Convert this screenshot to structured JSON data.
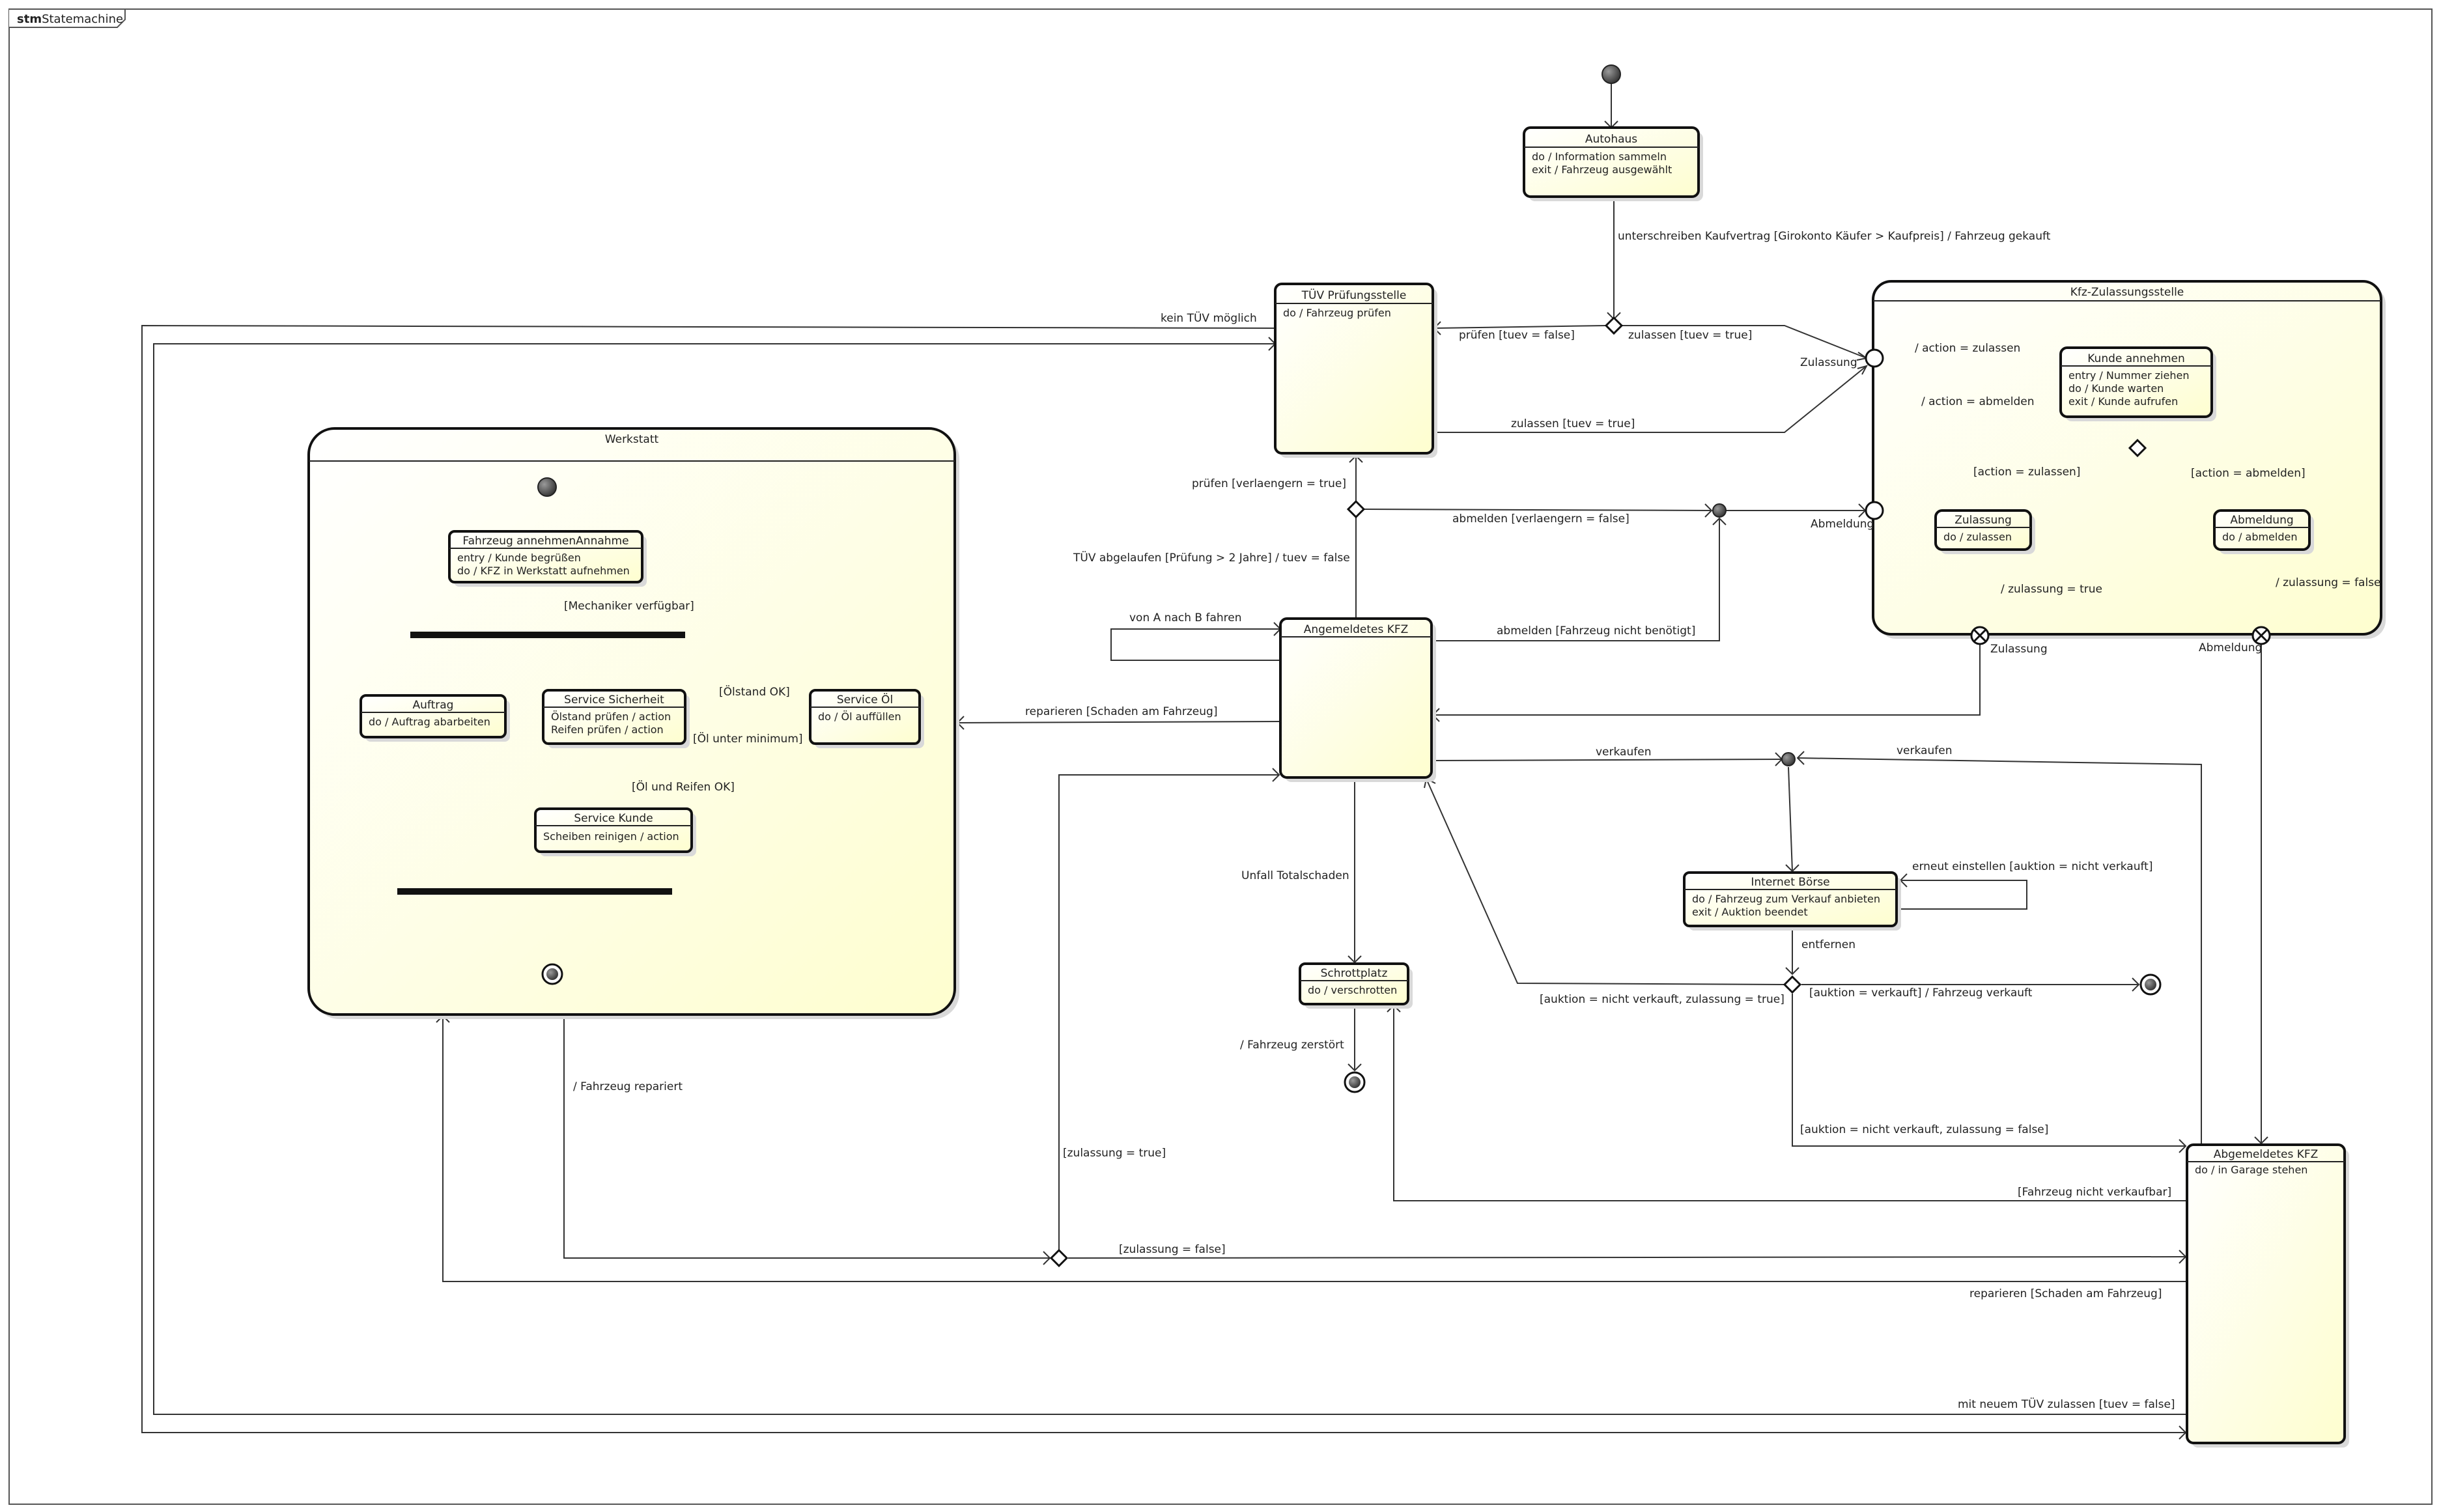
{
  "frame": {
    "keyword": "stm",
    "name": "Statemachine"
  },
  "colors": {
    "state_fill": "#fefecf",
    "state_fill_light": "#ffffff",
    "border": "#111111",
    "initial_node": "#555555"
  },
  "states": {
    "autohaus": {
      "name": "Autohaus",
      "lines": [
        "do / Information sammeln",
        "exit / Fahrzeug ausgewählt"
      ]
    },
    "tuev": {
      "name": "TÜV Prüfungsstelle",
      "lines": [
        "do / Fahrzeug prüfen"
      ]
    },
    "kfz_zul": {
      "name": "Kfz-Zulassungsstelle"
    },
    "kunde": {
      "name": "Kunde annehmen",
      "lines": [
        "entry / Nummer ziehen",
        "do / Kunde warten",
        "exit / Kunde aufrufen"
      ]
    },
    "zulassung": {
      "name": "Zulassung",
      "lines": [
        "do / zulassen"
      ]
    },
    "abmeldung": {
      "name": "Abmeldung",
      "lines": [
        "do / abmelden"
      ]
    },
    "werkstatt": {
      "name": "Werkstatt"
    },
    "fahrzeug": {
      "name": "Fahrzeug annehmenAnnahme",
      "lines": [
        "entry / Kunde begrüßen",
        "do / KFZ in Werkstatt aufnehmen"
      ]
    },
    "auftrag": {
      "name": "Auftrag",
      "lines": [
        "do / Auftrag abarbeiten"
      ]
    },
    "sicherheit": {
      "name": "Service Sicherheit",
      "lines": [
        "Ölstand prüfen / action",
        "Reifen prüfen / action"
      ]
    },
    "oel": {
      "name": "Service Öl",
      "lines": [
        "do / Öl auffüllen"
      ]
    },
    "skunde": {
      "name": "Service Kunde",
      "lines": [
        "Scheiben reinigen / action"
      ]
    },
    "angemeldet": {
      "name": "Angemeldetes KFZ"
    },
    "schrott": {
      "name": "Schrottplatz",
      "lines": [
        "do / verschrotten"
      ]
    },
    "boerse": {
      "name": "Internet Börse",
      "lines": [
        "do / Fahrzeug zum Verkauf anbieten",
        "exit / Auktion beendet"
      ]
    },
    "abgemeldet": {
      "name": "Abgemeldetes KFZ",
      "lines": [
        "do / in Garage stehen"
      ]
    }
  },
  "pseudo_labels": {
    "zulassung_entry": "Zulassung",
    "abmeldung_entry": "Abmeldung",
    "zulassung_exit": "Zulassung",
    "abmeldung_exit": "Abmeldung"
  },
  "transitions": [
    "unterschreiben Kaufvertrag [Girokonto Käufer > Kaufpreis] / Fahrzeug gekauft",
    "prüfen [tuev = false]",
    "zulassen [tuev = true]",
    "zulassen [tuev = true]",
    "kein TÜV möglich",
    "/ action = zulassen",
    "/ action = abmelden",
    "[action = zulassen]",
    "[action = abmelden]",
    "/ zulassung = true",
    "/ zulassung = false",
    "prüfen [verlaengern = true]",
    "abmelden [verlaengern = false]",
    "TÜV abgelaufen [Prüfung > 2 Jahre] / tuev = false",
    "von A nach B fahren",
    "abmelden [Fahrzeug nicht benötigt]",
    "reparieren [Schaden am Fahrzeug]",
    "[Mechaniker verfügbar]",
    "[Ölstand OK]",
    "[Öl unter minimum]",
    "[Öl und Reifen OK]",
    "verkaufen",
    "verkaufen",
    "erneut einstellen [auktion = nicht verkauft]",
    "entfernen",
    "[auktion = nicht verkauft, zulassung = true]",
    "[auktion = verkauft] / Fahrzeug verkauft",
    "Unfall Totalschaden",
    "/ Fahrzeug zerstört",
    "/ Fahrzeug repariert",
    "[zulassung = true]",
    "[zulassung = false]",
    "[auktion = nicht verkauft, zulassung = false]",
    "[Fahrzeug nicht verkaufbar]",
    "reparieren [Schaden am Fahrzeug]",
    "mit neuem TÜV zulassen [tuev = false]"
  ]
}
